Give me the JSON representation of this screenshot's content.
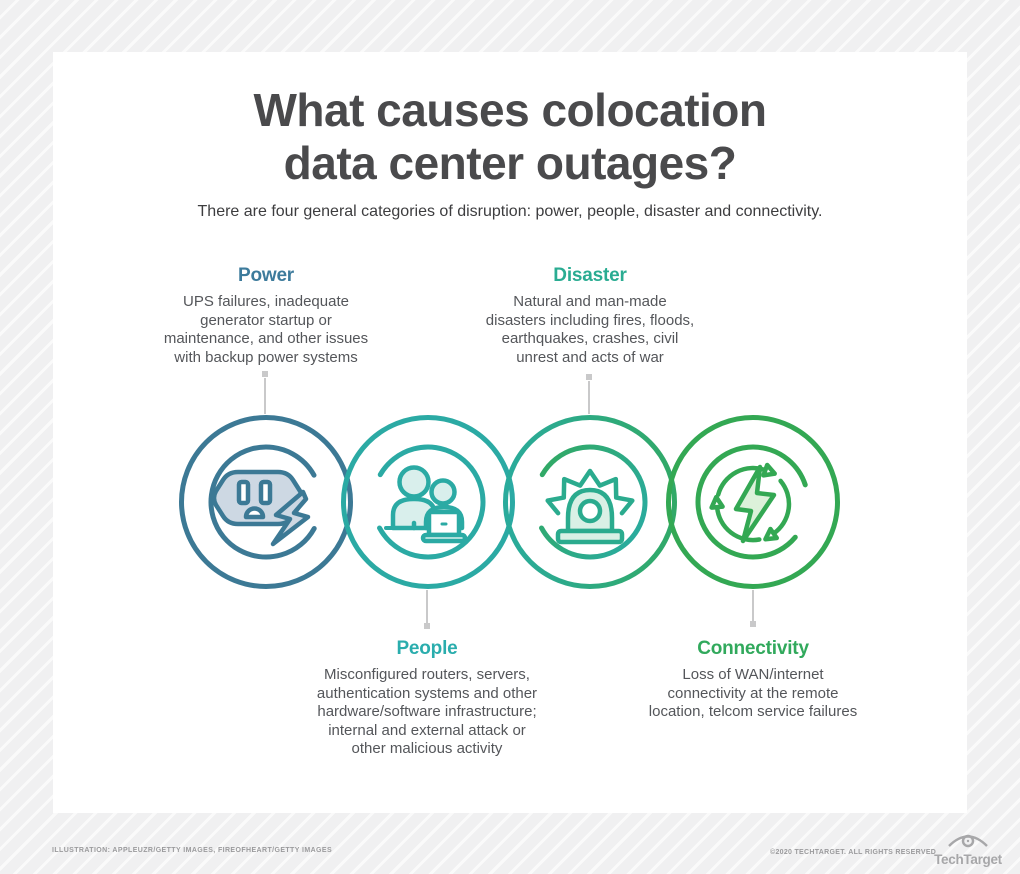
{
  "infographic": {
    "title": "What causes colocation\ndata center outages?",
    "subtitle": "There are four general categories of disruption: power, people, disaster and connectivity."
  },
  "categories": [
    {
      "label": "Power",
      "description": "UPS failures, inadequate\ngenerator startup or\nmaintenance, and other issues\nwith backup power systems",
      "color": "#3d7b9c",
      "icon": "power-outlet-icon"
    },
    {
      "label": "People",
      "description": "Misconfigured routers, servers,\nauthentication systems and other\nhardware/software infrastructure;\ninternal and external attack or\nother malicious activity",
      "color": "#2aadad",
      "icon": "people-laptop-icon"
    },
    {
      "label": "Disaster",
      "description": "Natural and man-made\ndisasters including fires, floods,\nearthquakes, crashes, civil\nunrest and acts of war",
      "color": "#2aac92",
      "icon": "siren-icon"
    },
    {
      "label": "Connectivity",
      "description": "Loss of WAN/internet\nconnectivity at the remote\nlocation, telcom service failures",
      "color": "#31a95c",
      "icon": "connectivity-cycle-icon"
    }
  ],
  "footer": {
    "credit": "ILLUSTRATION: APPLEUZR/GETTY IMAGES, FIREOFHEART/GETTY IMAGES",
    "copyright": "©2020 TECHTARGET. ALL RIGHTS RESERVED",
    "brand": "TechTarget"
  }
}
